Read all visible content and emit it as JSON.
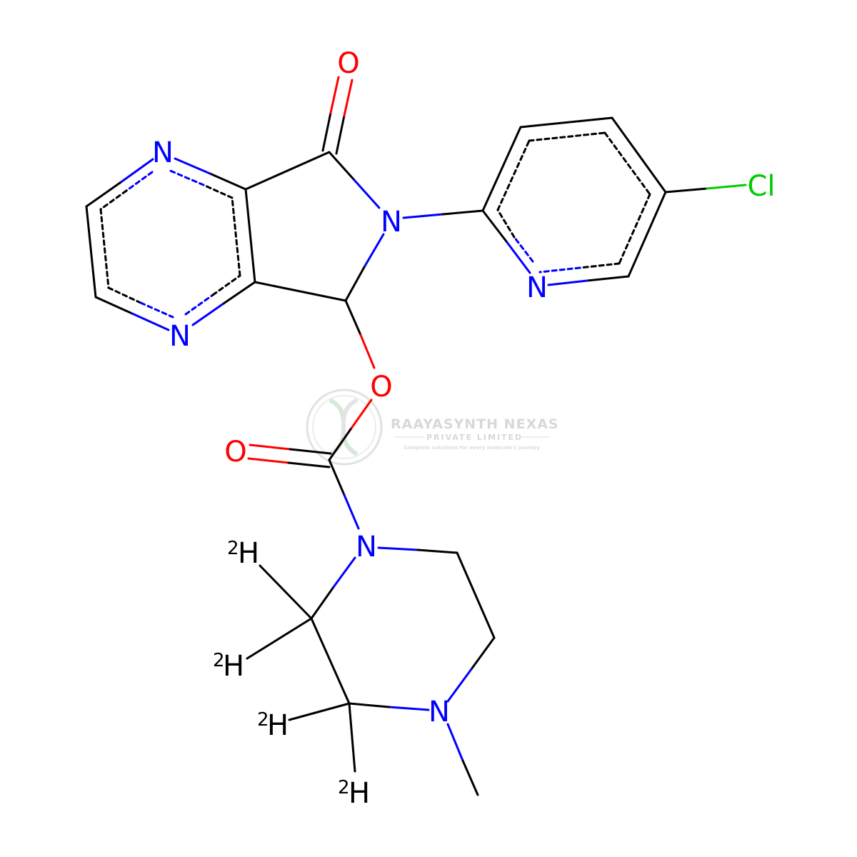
{
  "colors": {
    "carbon": "#000000",
    "nitrogen": "#0000ff",
    "oxygen": "#ff0000",
    "chlorine": "#00cc00",
    "watermark": "#d8d8d8"
  },
  "atoms": {
    "n_pyrazine_top": "N",
    "n_pyrazine_bottom": "N",
    "o_ketone": "O",
    "n_lactam": "N",
    "n_pyridine": "N",
    "cl": "Cl",
    "o_ester": "O",
    "o_carbonyl": "O",
    "n_piperazine_1": "N",
    "n_piperazine_4": "N",
    "d1": "H",
    "d2": "H",
    "d3": "H",
    "d4": "H"
  },
  "isotope": "2",
  "watermark": {
    "company": "RAAYASYNTH NEXAS",
    "subtitle": "PRIVATE LIMITED",
    "tagline": "Complete solutions for every molecule's journey"
  }
}
